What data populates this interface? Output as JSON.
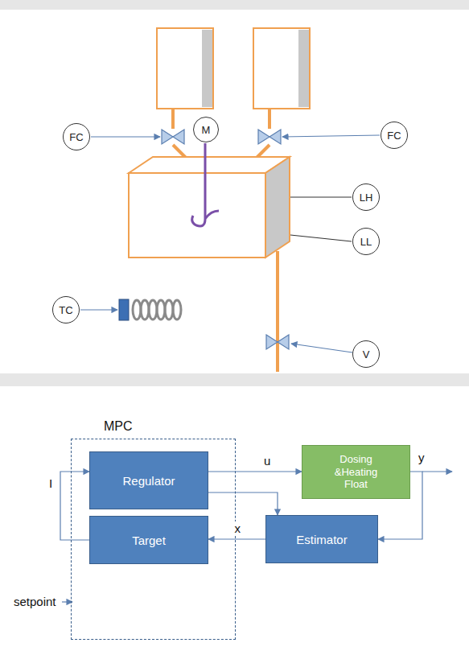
{
  "diagram": {
    "nodes": [
      {
        "text": [
          "FC"
        ]
      },
      {
        "text": [
          "M"
        ]
      },
      {
        "text": [
          "FC"
        ]
      },
      {
        "text": [
          "LH"
        ]
      },
      {
        "text": [
          "LL"
        ]
      },
      {
        "text": [
          "TC"
        ]
      },
      {
        "text": [
          "V"
        ]
      },
      {
        "text": [
          "MPC"
        ]
      },
      {
        "text": [
          "Regulator"
        ],
        "in": 7
      },
      {
        "text": [
          "Target"
        ],
        "in": 7
      },
      {
        "text": [
          "Dosing &Heating Float"
        ]
      },
      {
        "text": [
          "Estimator"
        ]
      }
    ],
    "edges": [
      {
        "from": 8,
        "to": 10,
        "arrow": "to",
        "label": "u"
      },
      {
        "from": 8,
        "to": 11,
        "arrow": "to"
      },
      {
        "from": 11,
        "to": 9,
        "arrow": "to",
        "label": "x"
      },
      {
        "from": 10,
        "to": 11,
        "arrow": "to",
        "label": "y"
      },
      {
        "from": 9,
        "to": 8,
        "arrow": "to"
      }
    ],
    "labels": [
      "I",
      "setpoint"
    ]
  }
}
